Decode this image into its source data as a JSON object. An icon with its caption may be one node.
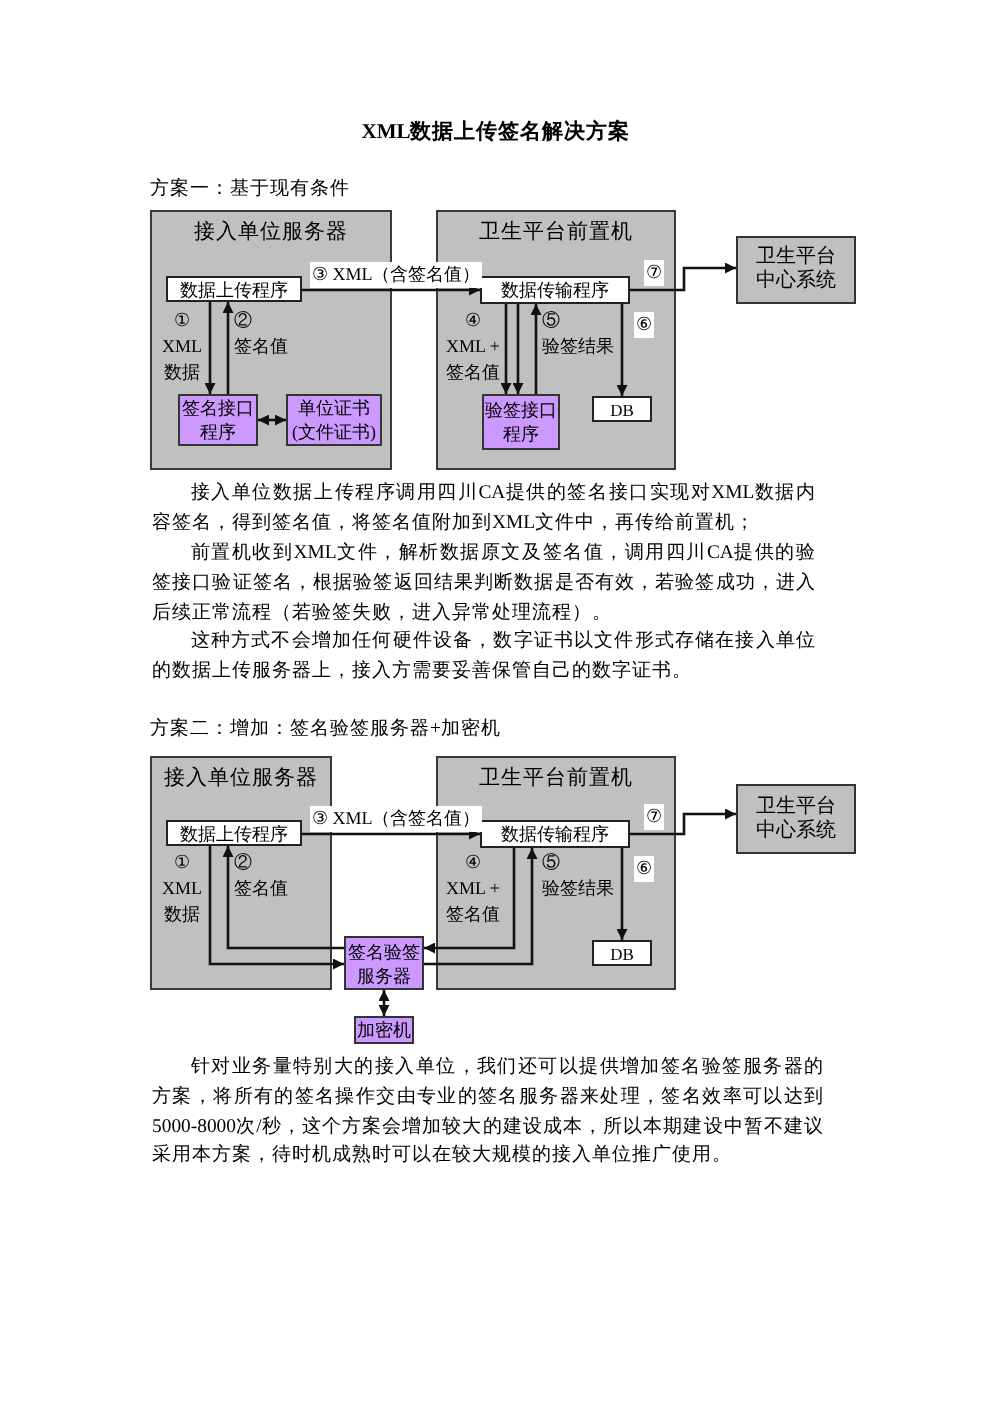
{
  "diagram": {
    "title": "XML数据上传签名解决方案",
    "nodes": [
      {
        "text": [
          "接入单位服务器"
        ]
      },
      {
        "text": [
          "数据上传程序"
        ],
        "in": 0
      },
      {
        "text": [
          "签名接口程序"
        ],
        "in": 0
      },
      {
        "text": [
          "单位证书(文件证书)"
        ],
        "in": 0
      },
      {
        "text": [
          "卫生平台前置机"
        ]
      },
      {
        "text": [
          "数据传输程序"
        ],
        "in": 4
      },
      {
        "text": [
          "验签接口程序"
        ],
        "in": 4
      },
      {
        "text": [
          "DB"
        ],
        "in": 4
      },
      {
        "text": [
          "卫生平台中心系统"
        ]
      },
      {
        "text": [
          "接入单位服务器"
        ]
      },
      {
        "text": [
          "数据上传程序"
        ],
        "in": 9
      },
      {
        "text": [
          "卫生平台前置机"
        ]
      },
      {
        "text": [
          "数据传输程序"
        ],
        "in": 11
      },
      {
        "text": [
          "DB"
        ],
        "in": 11
      },
      {
        "text": [
          "卫生平台中心系统"
        ]
      },
      {
        "text": [
          "签名验签服务器"
        ]
      },
      {
        "text": [
          "加密机"
        ]
      }
    ],
    "edges": [
      {
        "from": 1,
        "to": 2,
        "arrow": "to",
        "label": "① XML 数据"
      },
      {
        "from": 2,
        "to": 1,
        "arrow": "to",
        "label": "② 签名值"
      },
      {
        "from": 2,
        "to": 3,
        "arrow": "both"
      },
      {
        "from": 1,
        "to": 5,
        "arrow": "to",
        "label": "③ XML（含签名值）"
      },
      {
        "from": 5,
        "to": 6,
        "arrow": "to",
        "label": "④ XML + 签名值"
      },
      {
        "from": 5,
        "to": 6,
        "arrow": "to"
      },
      {
        "from": 6,
        "to": 5,
        "arrow": "to",
        "label": "⑤ 验签结果"
      },
      {
        "from": 5,
        "to": 7,
        "arrow": "to",
        "label": "⑥"
      },
      {
        "from": 5,
        "to": 8,
        "arrow": "to",
        "label": "⑦"
      },
      {
        "from": 10,
        "to": 15,
        "arrow": "to",
        "label": "① XML 数据"
      },
      {
        "from": 15,
        "to": 10,
        "arrow": "to",
        "label": "② 签名值"
      },
      {
        "from": 10,
        "to": 12,
        "arrow": "to",
        "label": "③ XML（含签名值）"
      },
      {
        "from": 12,
        "to": 15,
        "arrow": "to",
        "label": "④ XML + 签名值"
      },
      {
        "from": 15,
        "to": 12,
        "arrow": "to",
        "label": "⑤ 验签结果"
      },
      {
        "from": 12,
        "to": 13,
        "arrow": "to",
        "label": "⑥"
      },
      {
        "from": 12,
        "to": 14,
        "arrow": "to",
        "label": "⑦"
      },
      {
        "from": 15,
        "to": 16,
        "arrow": "both"
      }
    ],
    "labels": [
      "方案一：基于现有条件",
      "接入单位数据上传程序调用四川CA提供的签名接口实现对XML数据内容签名，得到签名值，将签名值附加到XML文件中，再传给前置机；",
      "前置机收到XML文件，解析数据原文及签名值，调用四川CA提供的验签接口验证签名，根据验签返回结果判断数据是否有效，若验签成功，进入后续正常流程（若验签失败，进入异常处理流程）。",
      "这种方式不会增加任何硬件设备，数字证书以文件形式存储在接入单位的数据上传服务器上，接入方需要妥善保管自己的数字证书。",
      "方案二：增加：签名验签服务器+加密机",
      "针对业务量特别大的接入单位，我们还可以提供增加签名验签服务器的方案，将所有的签名操作交由专业的签名服务器来处理，签名效率可以达到5000-8000次/秒，这个方案会增加较大的建设成本，所以本期建设中暂不建议采用本方案，待时机成熟时可以在较大规模的接入单位推广使用。"
    ]
  }
}
